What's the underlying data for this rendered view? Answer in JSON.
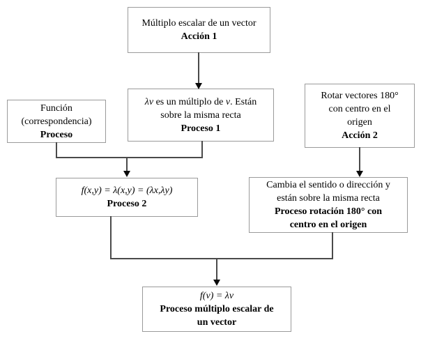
{
  "colors": {
    "background": "#ffffff",
    "box_border": "#9a9a9a",
    "box_background": "#ffffff",
    "connector": "#4a4a4a",
    "arrowhead": "#0a0a0a",
    "text": "#000000"
  },
  "boxes": {
    "accion1": {
      "line1": "Múltiplo escalar de un vector",
      "label": "Acción 1"
    },
    "proceso1": {
      "line1_math_a": "λv",
      "line1_text_a": " es un múltiplo de ",
      "line1_math_b": "v",
      "line1_text_b": ". Están",
      "line2": "sobre la misma recta",
      "label": "Proceso 1"
    },
    "funcion": {
      "line1": "Función",
      "line2": "(correspondencia)",
      "label": "Proceso"
    },
    "accion2": {
      "line1": "Rotar vectores 180°",
      "line2": "con centro en el",
      "line3": "origen",
      "label": "Acción 2"
    },
    "proceso2": {
      "formula": "f(x,y) = λ(x,y) = (λx,λy)",
      "label": "Proceso 2"
    },
    "cambia": {
      "line1": "Cambia el sentido o dirección y",
      "line2": "están sobre la misma recta",
      "label_line1": "Proceso rotación 180° con",
      "label_line2": "centro en el origen"
    },
    "final": {
      "formula": "f(v) = λv",
      "label_line1": "Proceso múltiplo escalar de",
      "label_line2": "un vector"
    }
  }
}
